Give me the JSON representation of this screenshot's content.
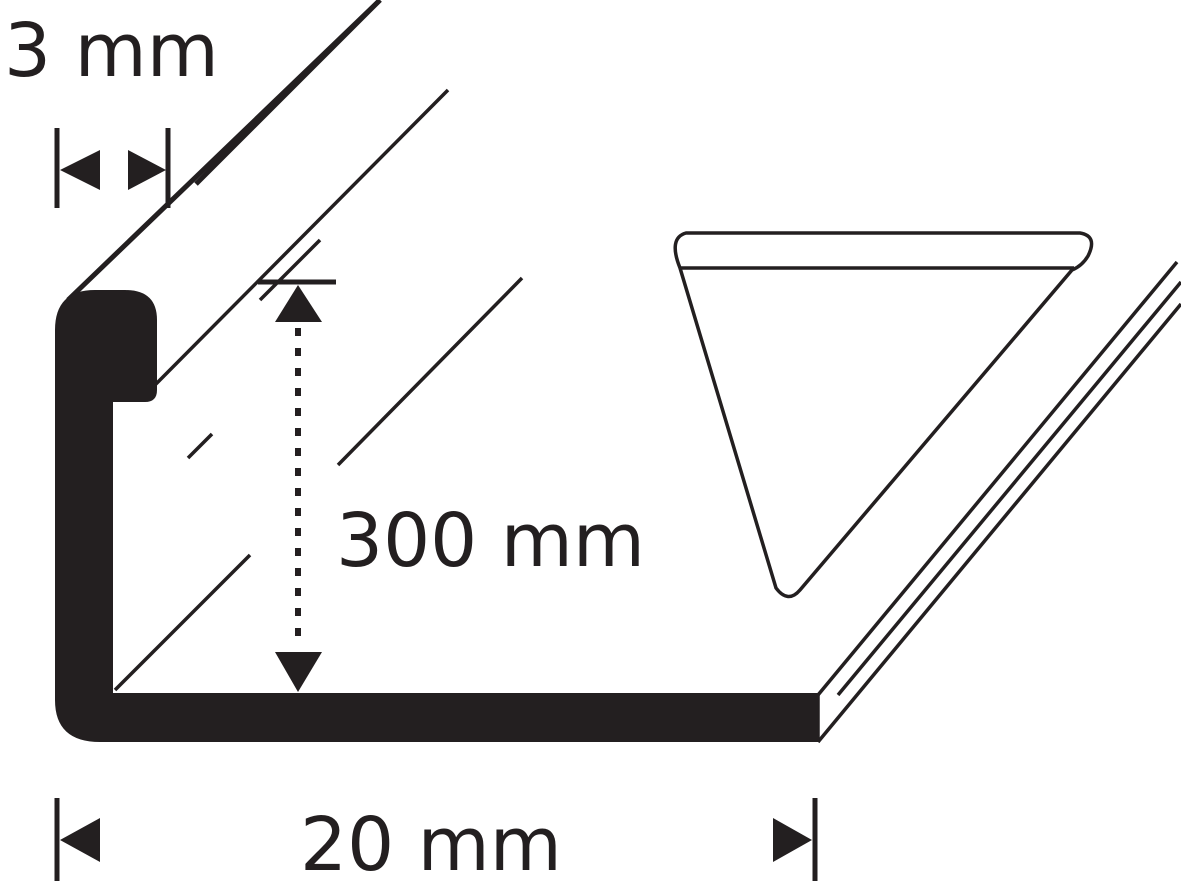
{
  "labels": {
    "thickness": "3 mm",
    "height": "300 mm",
    "width": "20 mm"
  },
  "colors": {
    "ink": "#231f20",
    "background": "#ffffff"
  }
}
